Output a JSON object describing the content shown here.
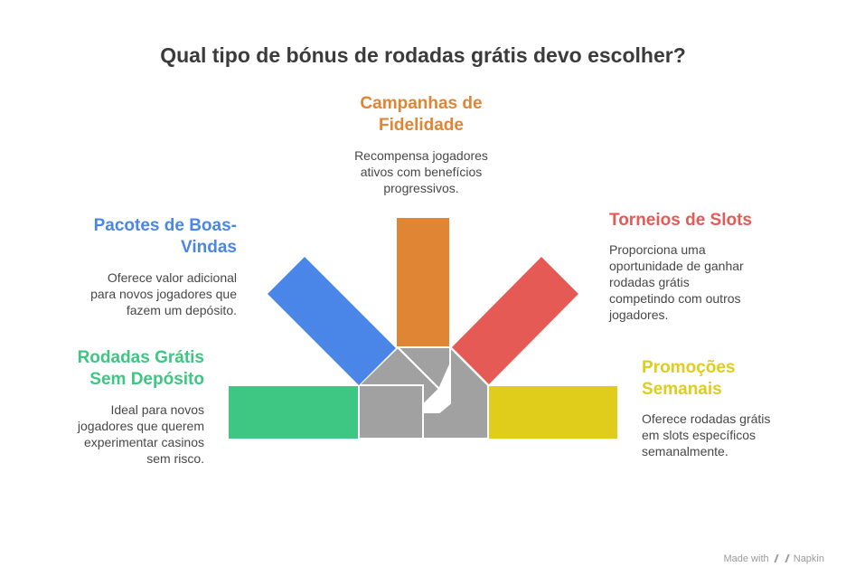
{
  "title": "Qual tipo de bónus de rodadas grátis devo escolher?",
  "colors": {
    "green": "#3ec683",
    "blue": "#4a86e8",
    "orange": "#e08533",
    "red": "#e65a55",
    "yellow": "#e0cd1b",
    "gray": "#a1a1a1"
  },
  "items": [
    {
      "label_line1": "Rodadas Grátis",
      "label_line2": "Sem Depósito",
      "description": [
        "Ideal para novos",
        "jogadores que querem",
        "experimentar casinos",
        "sem risco."
      ]
    },
    {
      "label_line1": "Pacotes de Boas-",
      "label_line2": "Vindas",
      "description": [
        "Oferece valor adicional",
        "para novos jogadores que",
        "fazem um depósito."
      ]
    },
    {
      "label_line1": "Campanhas de",
      "label_line2": "Fidelidade",
      "description": [
        "Recompensa jogadores",
        "ativos com benefícios",
        "progressivos."
      ]
    },
    {
      "label_line1": "Torneios de Slots",
      "label_line2": "",
      "description": [
        "Proporciona uma",
        "oportunidade de ganhar",
        "rodadas grátis",
        "competindo com outros",
        "jogadores."
      ]
    },
    {
      "label_line1": "Promoções",
      "label_line2": "Semanais",
      "description": [
        "Oferece rodadas grátis",
        "em slots específicos",
        "semanalmente."
      ]
    }
  ],
  "footer": {
    "made_with": "Made with",
    "brand": "Napkin"
  }
}
